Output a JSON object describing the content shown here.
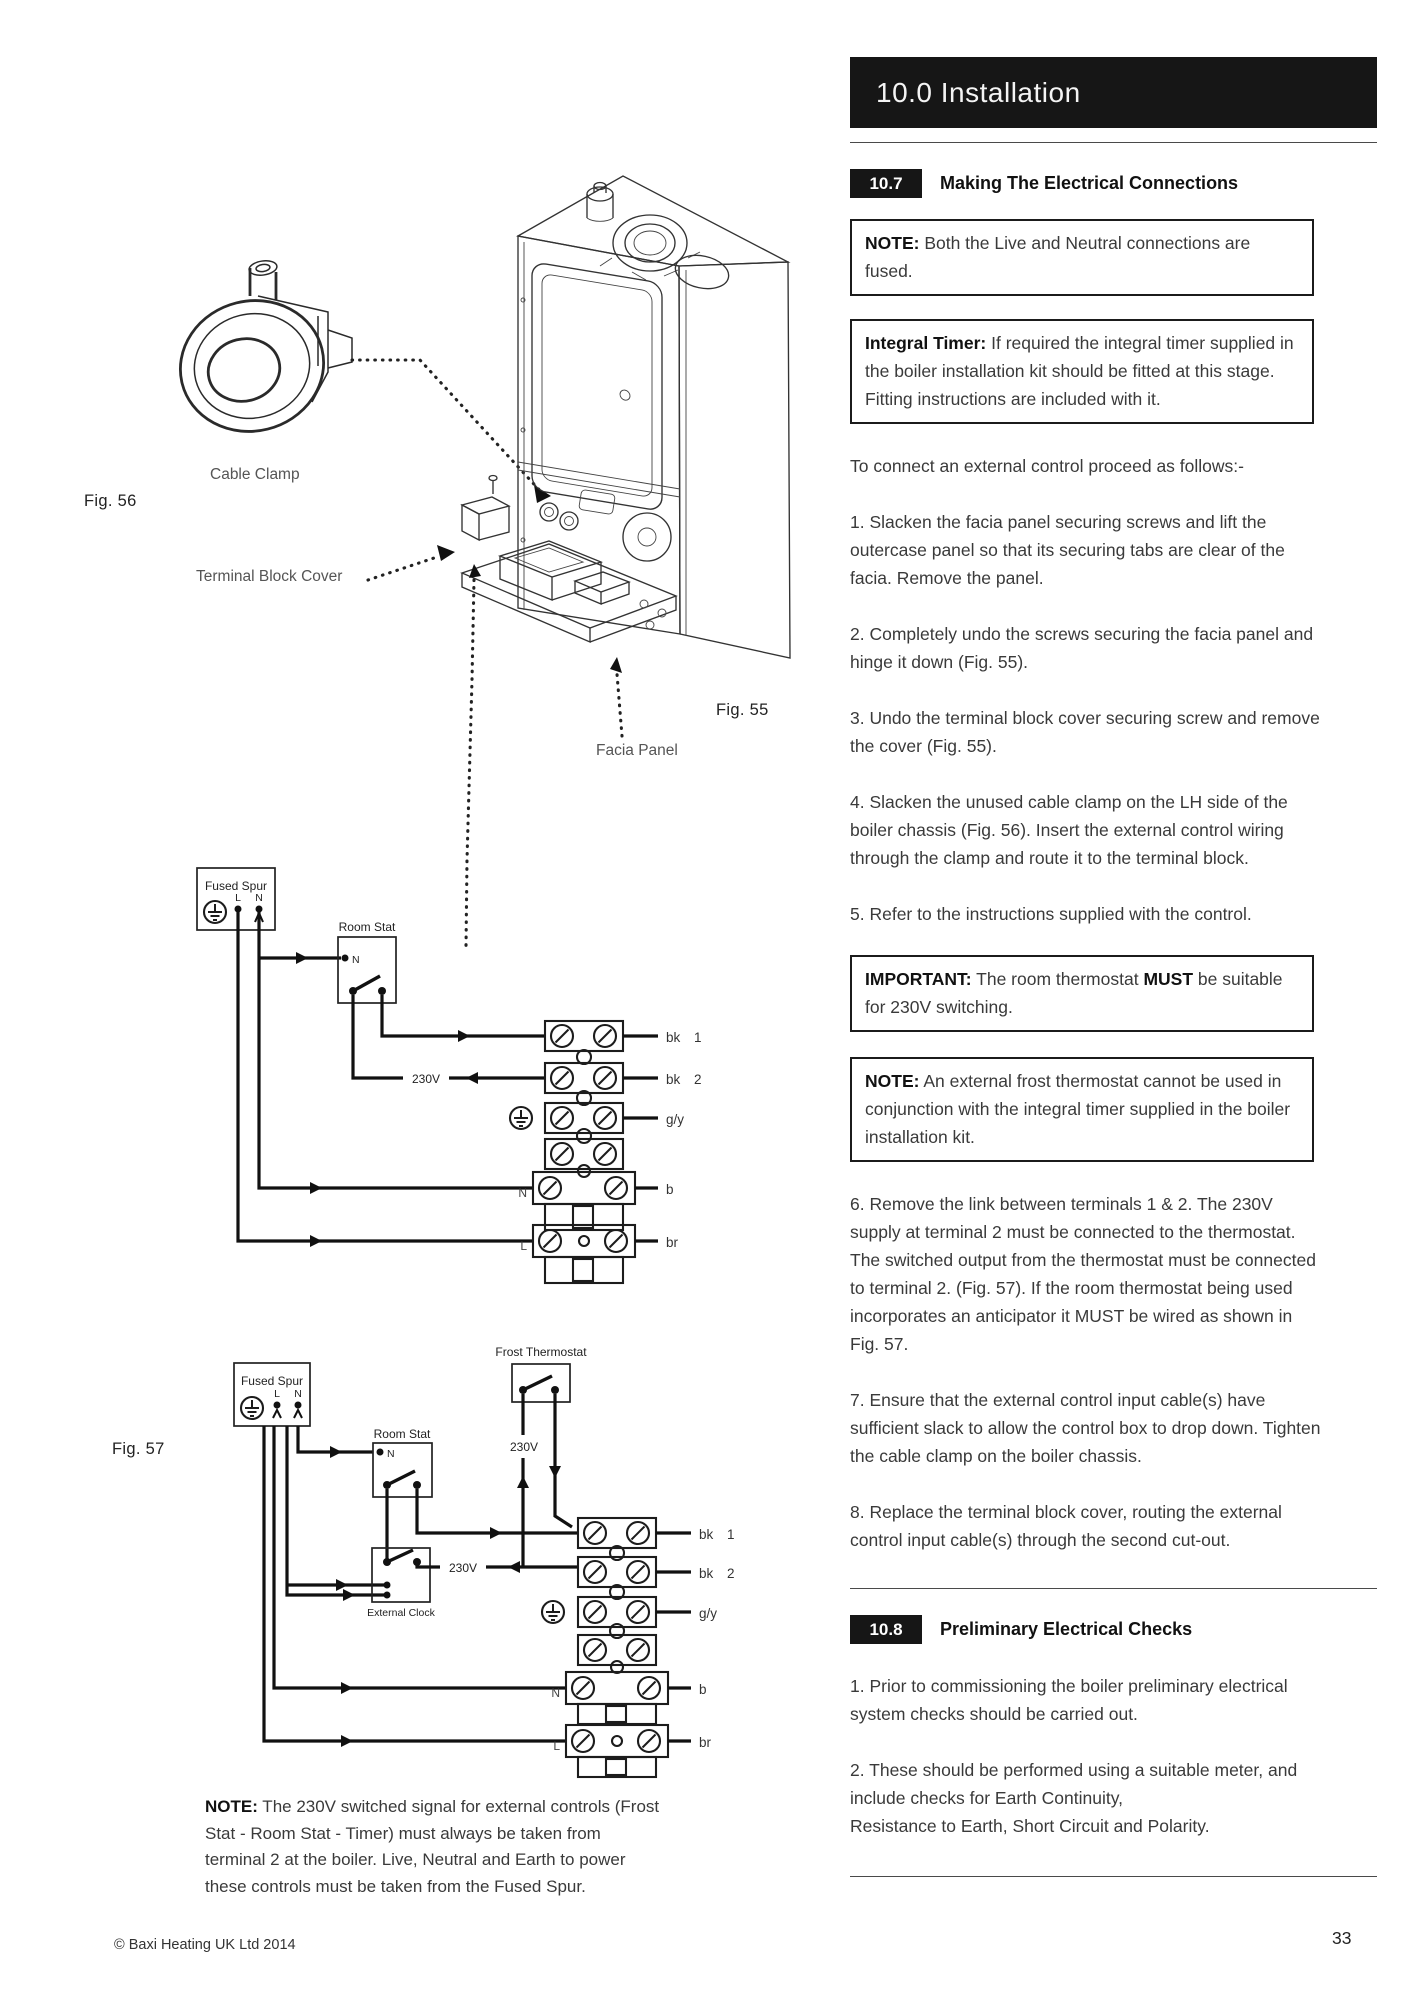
{
  "header": {
    "title": "10.0 Installation"
  },
  "sections": {
    "s107": {
      "number": "10.7",
      "title": "Making The Electrical Connections"
    },
    "s108": {
      "number": "10.8",
      "title": "Preliminary Electrical Checks"
    }
  },
  "boxes": {
    "note1": {
      "label": "NOTE:",
      "text": " Both the Live and Neutral connections are fused."
    },
    "integral": {
      "label": "Integral Timer:",
      "text": " If required the integral timer supplied in the boiler installation kit should be fitted at this stage. Fitting instructions are included with it."
    },
    "important": {
      "label": "IMPORTANT:",
      "text1": " The room thermostat ",
      "bold": "MUST",
      "text2": " be suitable for 230V switching."
    },
    "note2": {
      "label": "NOTE:",
      "text": " An external frost thermostat cannot be used in conjunction with the integral timer supplied in the boiler installation kit."
    }
  },
  "body": {
    "intro": "To connect an external control proceed as follows:-",
    "steps_a": [
      "1. Slacken the facia panel securing screws and lift the outercase panel so that its securing tabs are clear of the facia. Remove the panel.",
      "2. Completely undo the screws securing the facia panel and hinge it down (Fig. 55).",
      "3. Undo the terminal block cover securing screw and remove the cover (Fig. 55).",
      "4. Slacken the unused cable clamp on the LH side of the boiler chassis (Fig. 56). Insert the external control wiring through the clamp and route it to the terminal block.",
      "5. Refer to the instructions supplied with the control."
    ],
    "steps_b": [
      "6. Remove the link between terminals 1 & 2. The 230V supply at terminal 2 must be connected to the thermostat. The switched output from the thermostat must be connected to terminal 2. (Fig. 57). If the room thermostat being used incorporates an anticipator it MUST be wired as shown in Fig. 57.",
      "7. Ensure that the external control input cable(s) have sufficient slack to allow the control box to drop down. Tighten the cable clamp on the boiler chassis.",
      "8. Replace the terminal block cover, routing the external control input cable(s) through the second cut-out."
    ],
    "steps_108": [
      "1. Prior to commissioning the boiler preliminary electrical system checks should be carried out.",
      "2. These should be performed using a suitable meter, and include checks for Earth Continuity,\nResistance to Earth, Short Circuit and Polarity."
    ]
  },
  "figures": {
    "fig56": {
      "caption": "Fig. 56",
      "cable_clamp": "Cable Clamp",
      "terminal_block_cover": "Terminal Block Cover"
    },
    "fig55": {
      "caption": "Fig. 55",
      "facia_panel": "Facia Panel"
    },
    "diagram1": {
      "fused_spur": "Fused Spur",
      "l": "L",
      "n": "N",
      "room_stat": "Room Stat",
      "stat_n": "N",
      "v230": "230V",
      "t_bk1": "bk",
      "t_bk1_n": "1",
      "t_bk2": "bk",
      "t_bk2_n": "2",
      "t_gy": "g/y",
      "t_b": "b",
      "t_br": "br",
      "n_term": "N",
      "l_term": "L"
    },
    "fig57": {
      "caption": "Fig. 57",
      "fused_spur": "Fused Spur",
      "l": "L",
      "n": "N",
      "frost": "Frost Thermostat",
      "room_stat": "Room Stat",
      "stat_n": "N",
      "clock": "External Clock",
      "v230_up": "230V",
      "v230_left": "230V",
      "t_bk1": "bk",
      "t_bk1_n": "1",
      "t_bk2": "bk",
      "t_bk2_n": "2",
      "t_gy": "g/y",
      "t_b": "b",
      "t_br": "br",
      "n_term": "N",
      "l_term": "L"
    },
    "note": {
      "label": "NOTE:",
      "text": " The 230V switched signal for external controls (Frost Stat - Room Stat - Timer) must always be taken from terminal 2 at the boiler. Live, Neutral and Earth to power these controls must be taken from the Fused Spur."
    }
  },
  "footer": {
    "copyright": "© Baxi Heating UK Ltd 2014",
    "page_number": "33"
  }
}
